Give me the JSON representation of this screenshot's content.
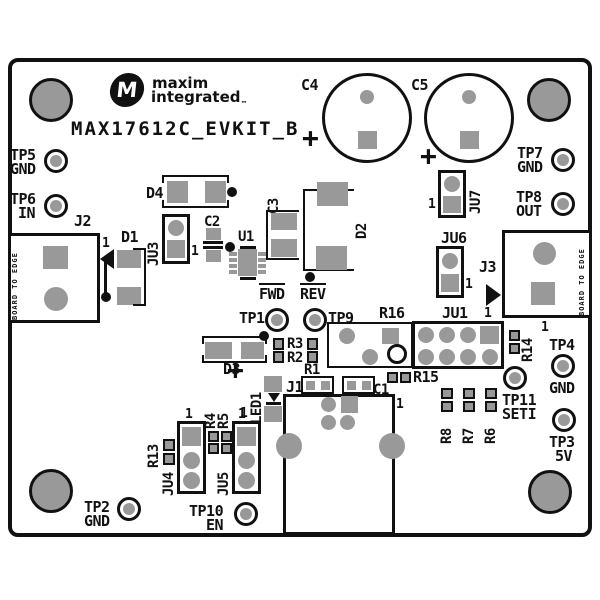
{
  "header": {
    "logo_letter": "M",
    "brand_line1": "maxim",
    "brand_line2": "integrated",
    "trademark": "™",
    "title": "MAX17612C_EVKIT_B"
  },
  "test_points": {
    "tp1": {
      "name": "TP1"
    },
    "tp2": {
      "name": "TP2",
      "signal": "GND"
    },
    "tp3": {
      "name": "TP3",
      "signal": "5V"
    },
    "tp4": {
      "name": "TP4",
      "signal": "GND"
    },
    "tp5": {
      "name": "TP5",
      "signal": "GND"
    },
    "tp6": {
      "name": "TP6",
      "signal": "IN"
    },
    "tp7": {
      "name": "TP7",
      "signal": "GND"
    },
    "tp8": {
      "name": "TP8",
      "signal": "OUT"
    },
    "tp9": {
      "name": "TP9"
    },
    "tp10": {
      "name": "TP10",
      "signal": "EN"
    },
    "tp11": {
      "name": "TP11",
      "signal": "SETI"
    }
  },
  "refs": {
    "j1": "J1",
    "j2": "J2",
    "j3": "J3",
    "ju1": "JU1",
    "ju3": "JU3",
    "ju4": "JU4",
    "ju5": "JU5",
    "ju6": "JU6",
    "ju7": "JU7",
    "c1": "C1",
    "c2": "C2",
    "c3": "C3",
    "c4": "C4",
    "c5": "C5",
    "d1": "D1",
    "d2": "D2",
    "d3": "D3",
    "d4": "D4",
    "u1": "U1",
    "led1": "LED1",
    "r1": "R1",
    "r2": "R2",
    "r3": "R3",
    "r4": "R4",
    "r5": "R5",
    "r6": "R6",
    "r7": "R7",
    "r8": "R8",
    "r13": "R13",
    "r14": "R14",
    "r15": "R15",
    "r16": "R16"
  },
  "annotations": {
    "fwd": "FWD",
    "rev": "REV",
    "plus": "+",
    "pin1": "1",
    "edge_text": "BOARD TO EDGE"
  },
  "colors": {
    "pad_gray": "#999999",
    "silkscreen": "#111111",
    "board": "#ffffff"
  }
}
